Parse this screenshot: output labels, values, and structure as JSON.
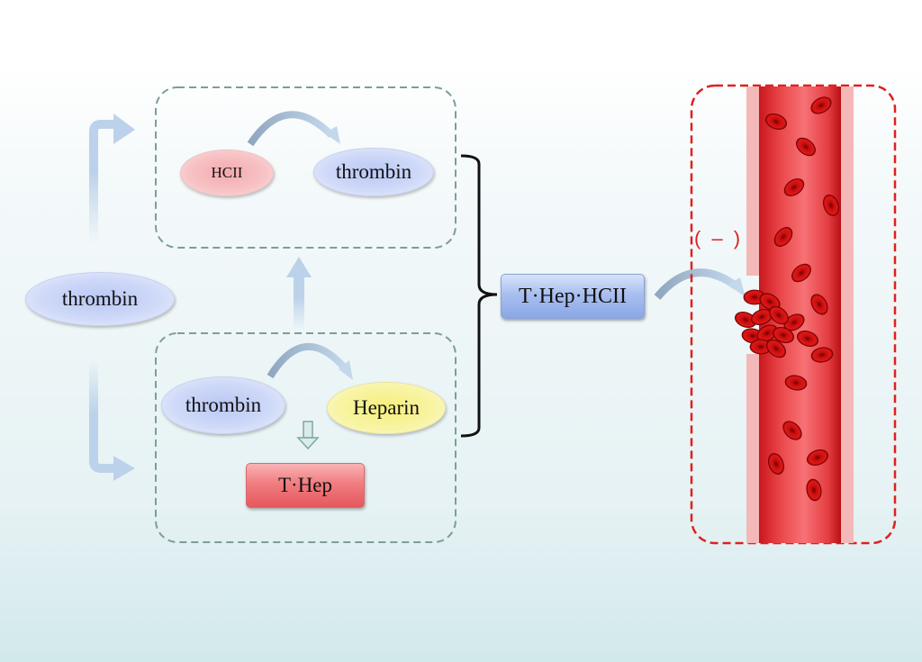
{
  "diagram": {
    "left_node": {
      "label": "thrombin"
    },
    "top_group": {
      "nodes": [
        {
          "label": "HCII",
          "color": "#f5b5b8"
        },
        {
          "label": "thrombin",
          "color": "#c8d3f6"
        }
      ]
    },
    "bottom_group": {
      "nodes": [
        {
          "label": "thrombin",
          "color": "#c8d3f6"
        },
        {
          "label": "Heparin",
          "color": "#f7f29a"
        }
      ],
      "product": {
        "label": "T·Hep",
        "color": "#ef7b7f"
      }
    },
    "complex": {
      "label": "T·Hep·HCII",
      "color": "#a9bff0"
    },
    "vessel": {
      "inhibition_label": "( – )",
      "inhibition_color": "#e0201f",
      "box_color": "#e0201f",
      "vessel_color": "#e8393c"
    },
    "colors": {
      "flow_arrow": "#bcd2ea",
      "dashed_box": "#7f9c9a",
      "bracket": "#111111"
    }
  }
}
